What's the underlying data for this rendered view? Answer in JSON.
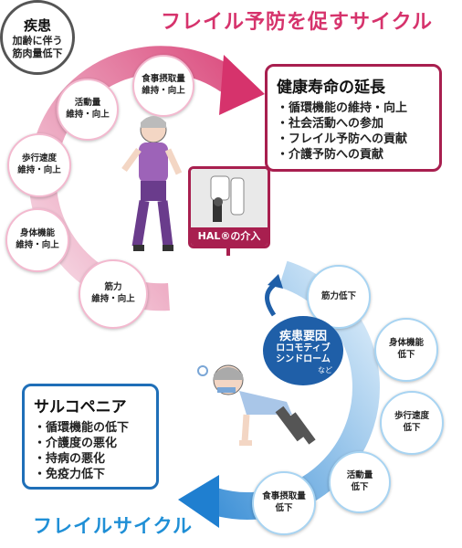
{
  "titles": {
    "top": "フレイル予防を促すサイクル",
    "bottom": "フレイルサイクル"
  },
  "cycle_positive": [
    {
      "line1": "食事摂取量",
      "line2": "維持・向上"
    },
    {
      "line1": "活動量",
      "line2": "維持・向上"
    },
    {
      "line1": "歩行速度",
      "line2": "維持・向上"
    },
    {
      "line1": "身体機能",
      "line2": "維持・向上"
    },
    {
      "line1": "筋力",
      "line2": "維持・向上"
    }
  ],
  "cycle_negative": [
    {
      "line1": "筋力低下",
      "line2": ""
    },
    {
      "line1": "身体機能",
      "line2": "低下"
    },
    {
      "line1": "歩行速度",
      "line2": "低下"
    },
    {
      "line1": "活動量",
      "line2": "低下"
    },
    {
      "line1": "食事摂取量",
      "line2": "低下"
    }
  ],
  "health_box": {
    "title": "健康寿命の延長",
    "items": [
      "循環機能の維持・向上",
      "社会活動への参加",
      "フレイル予防への貢献",
      "介護予防への貢献"
    ]
  },
  "sarcopenia_box": {
    "title": "サルコペニア",
    "items": [
      "循環機能の低下",
      "介護度の悪化",
      "持病の悪化",
      "免疫力低下"
    ]
  },
  "disease": {
    "title": "疾患",
    "line1": "加齢に伴う",
    "line2": "筋肉量低下"
  },
  "disease_factor": {
    "title": "疾患要因",
    "line1": "ロコモティブ",
    "line2": "シンドローム",
    "note": "など"
  },
  "hal": {
    "label": "HAL®の介入"
  },
  "colors": {
    "pink_accent": "#d6336c",
    "crimson_border": "#a81f4f",
    "blue_accent": "#1f8fd6",
    "navy_border": "#1f6fb8",
    "factor_fill": "#1f5fa8"
  }
}
